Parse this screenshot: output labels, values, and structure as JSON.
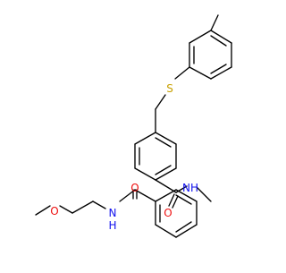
{
  "atom_labels": {
    "sulfur": "S",
    "amide_top_nh": "NH",
    "amide_top_o": "O",
    "amide_bottom_o": "O",
    "amide_bottom_n": "N",
    "amide_bottom_h": "H",
    "ether_o": "O"
  },
  "colors": {
    "bond": "#000000",
    "sulfur": "#c8a000",
    "nitrogen": "#1010ee",
    "oxygen": "#ee1010"
  }
}
